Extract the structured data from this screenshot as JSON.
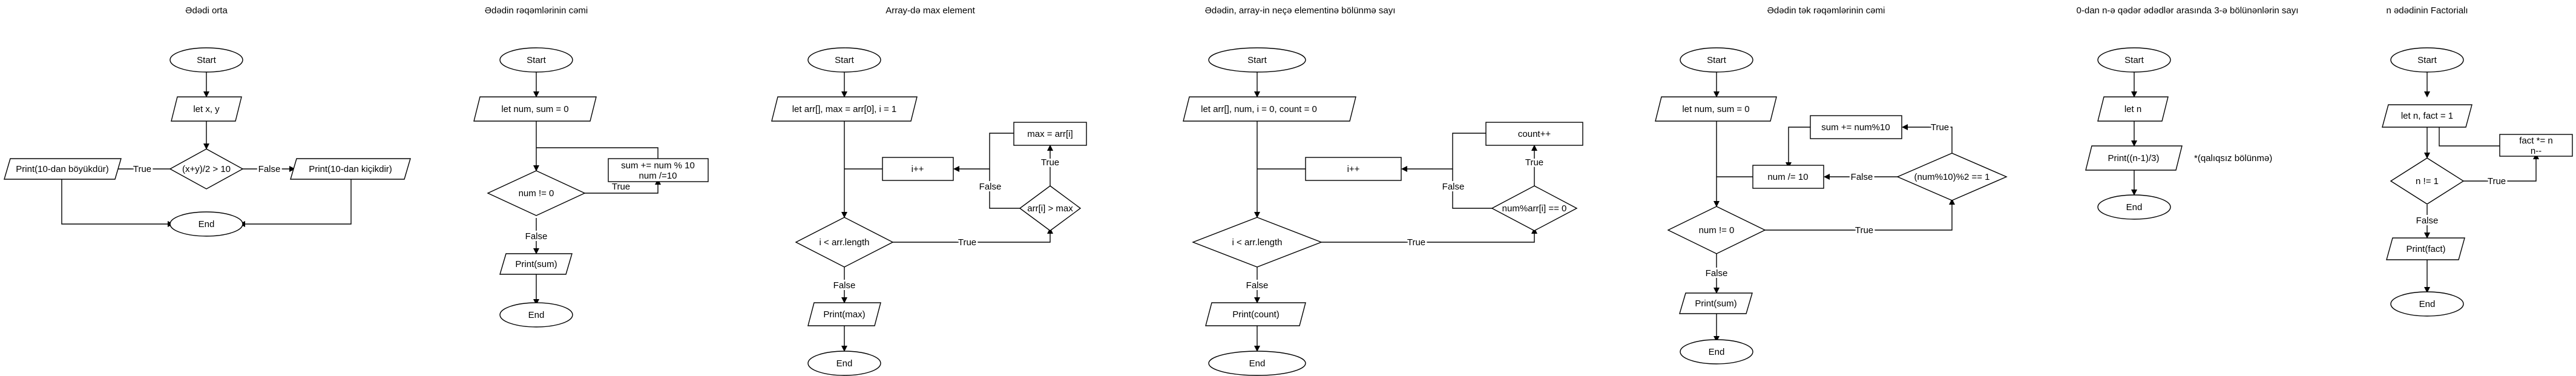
{
  "diagrams": [
    {
      "title": "Ədədi orta",
      "nodes": {
        "start": "Start",
        "input": "let x, y",
        "cond": "(x+y)/2 > 10",
        "print_true": "Print(10-dan böyükdür)",
        "print_false": "Print(10-dan kiçikdir)",
        "end": "End"
      },
      "edges": {
        "true": "True",
        "false": "False"
      }
    },
    {
      "title": "Ədədin rəqəmlərinin cəmi",
      "nodes": {
        "start": "Start",
        "init": "let num, sum = 0",
        "cond": "num != 0",
        "body_line1": "sum += num % 10",
        "body_line2": "num /=10",
        "print": "Print(sum)",
        "end": "End"
      },
      "edges": {
        "true": "True",
        "false": "False"
      }
    },
    {
      "title": "Array-də max element",
      "nodes": {
        "start": "Start",
        "init": "let arr[], max = arr[0], i = 1",
        "cond": "i < arr.length",
        "inner_cond": "arr[i] > max",
        "assign": "max = arr[i]",
        "inc": "i++",
        "print": "Print(max)",
        "end": "End"
      },
      "edges": {
        "true": "True",
        "false": "False"
      }
    },
    {
      "title": "Ədədin, array-in neçə elementinə bölünmə sayı",
      "nodes": {
        "start": "Start",
        "init": "let arr[], num, i = 0, count = 0",
        "cond": "i < arr.length",
        "inner_cond": "num%arr[i] == 0",
        "count": "count++",
        "inc": "i++",
        "print": "Print(count)",
        "end": "End"
      },
      "edges": {
        "true": "True",
        "false": "False"
      }
    },
    {
      "title": "Ədədin tək rəqəmlərinin cəmi",
      "nodes": {
        "start": "Start",
        "init": "let num, sum = 0",
        "cond": "num != 0",
        "inner_cond": "(num%10)%2 == 1",
        "add": "sum += num%10",
        "div": "num /= 10",
        "print": "Print(sum)",
        "end": "End"
      },
      "edges": {
        "true": "True",
        "false": "False"
      }
    },
    {
      "title": "0-dan n-ə qədər ədədlər arasında 3-ə bölünənlərin sayı",
      "nodes": {
        "start": "Start",
        "input": "let n",
        "print": "Print((n-1)/3)",
        "end": "End"
      },
      "note": "*(qalıqsız bölünmə)"
    },
    {
      "title": "n ədədinin Factorialı",
      "nodes": {
        "start": "Start",
        "init": "let n, fact = 1",
        "cond": "n != 1",
        "body_line1": "fact *= n",
        "body_line2": "n--",
        "print": "Print(fact)",
        "end": "End"
      },
      "edges": {
        "true": "True",
        "false": "False"
      }
    }
  ]
}
